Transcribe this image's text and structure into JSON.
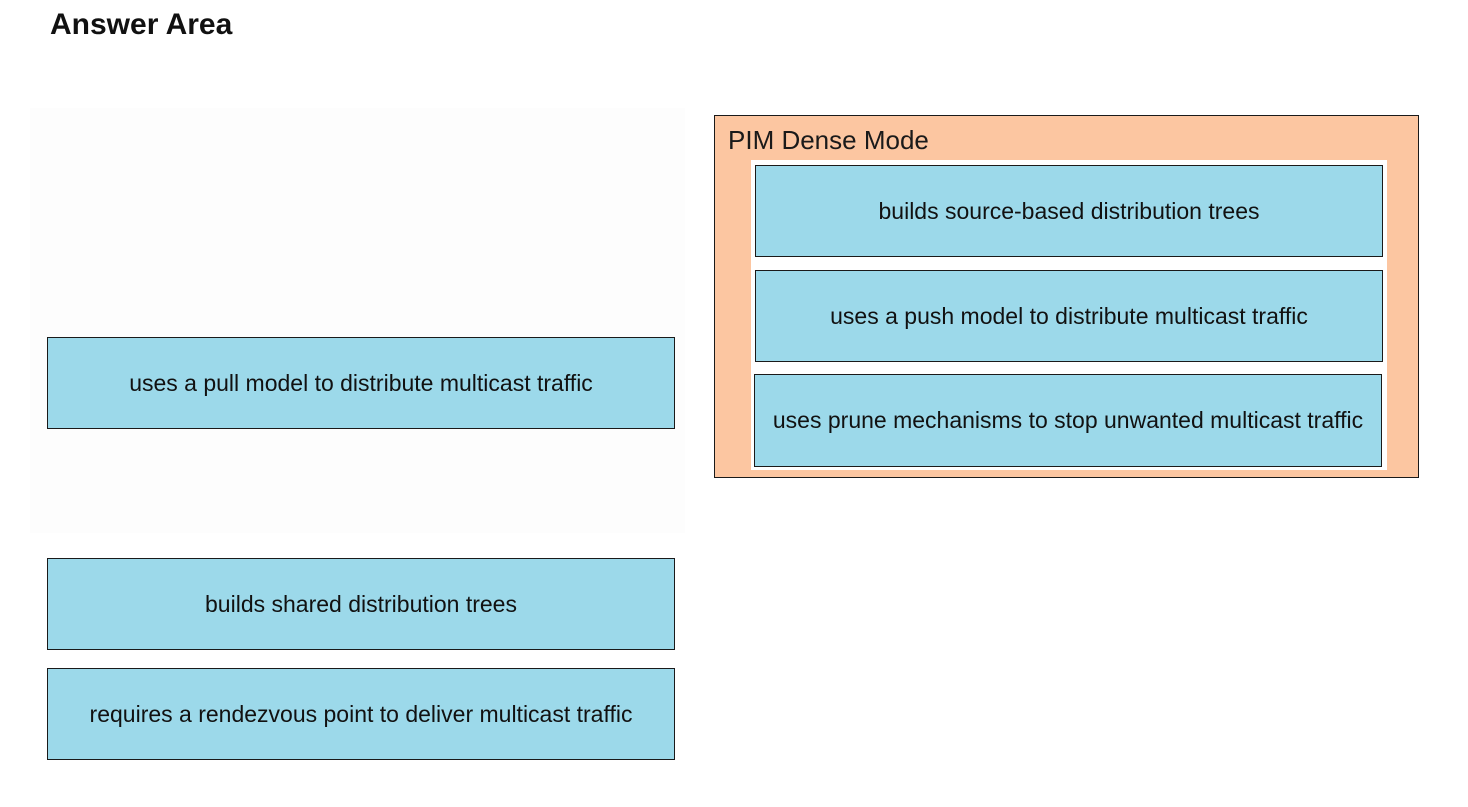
{
  "title": "Answer Area",
  "source_items": [
    "uses a pull model to distribute multicast traffic",
    "builds shared distribution trees",
    "requires a rendezvous point to deliver multicast traffic"
  ],
  "target": {
    "label": "PIM Dense Mode",
    "items": [
      "builds source-based distribution trees",
      "uses a push model to distribute multicast traffic",
      "uses prune mechanisms to stop unwanted multicast traffic"
    ]
  },
  "colors": {
    "card_fill": "#9cd9ea",
    "target_fill": "#fcc6a1"
  }
}
